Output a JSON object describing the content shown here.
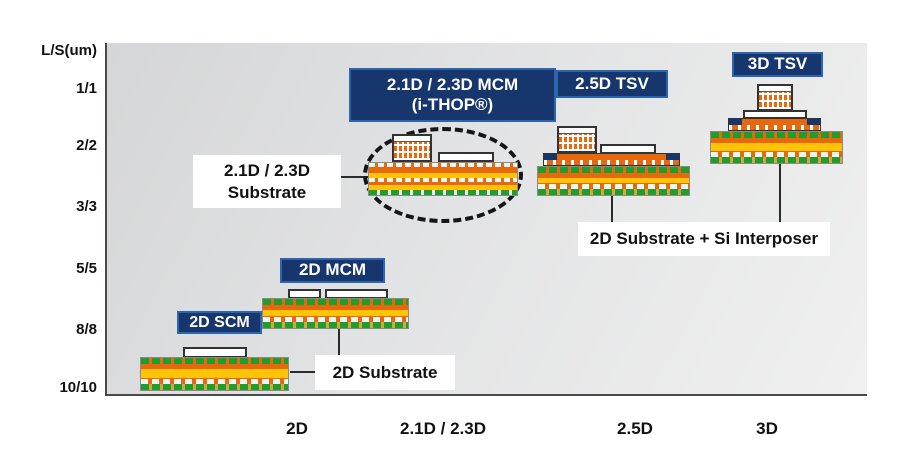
{
  "diagram": {
    "y_axis": {
      "title": "L/S(um)",
      "ticks": [
        "1/1",
        "2/2",
        "3/3",
        "5/5",
        "8/8",
        "10/10"
      ]
    },
    "x_axis": {
      "ticks": [
        "2D",
        "2.1D / 2.3D",
        "2.5D",
        "3D"
      ]
    },
    "tech_labels": {
      "scm": "2D SCM",
      "mcm": "2D MCM",
      "mcm21_line1": "2.1D / 2.3D MCM",
      "mcm21_line2": "(i-THOP®)",
      "tsv25": "2.5D TSV",
      "tsv3": "3D TSV"
    },
    "callouts": {
      "sub21_line1": "2.1D / 2.3D",
      "sub21_line2": "Substrate",
      "sub2d": "2D Substrate",
      "sub_si": "2D Substrate + Si Interposer"
    },
    "colors": {
      "navy": "#17366e",
      "navy_border": "#2d64ae",
      "orange": "#e8680d",
      "yellow": "#ffc408",
      "green": "#1f9e2c",
      "plot_gray": "#d9dadb"
    }
  }
}
